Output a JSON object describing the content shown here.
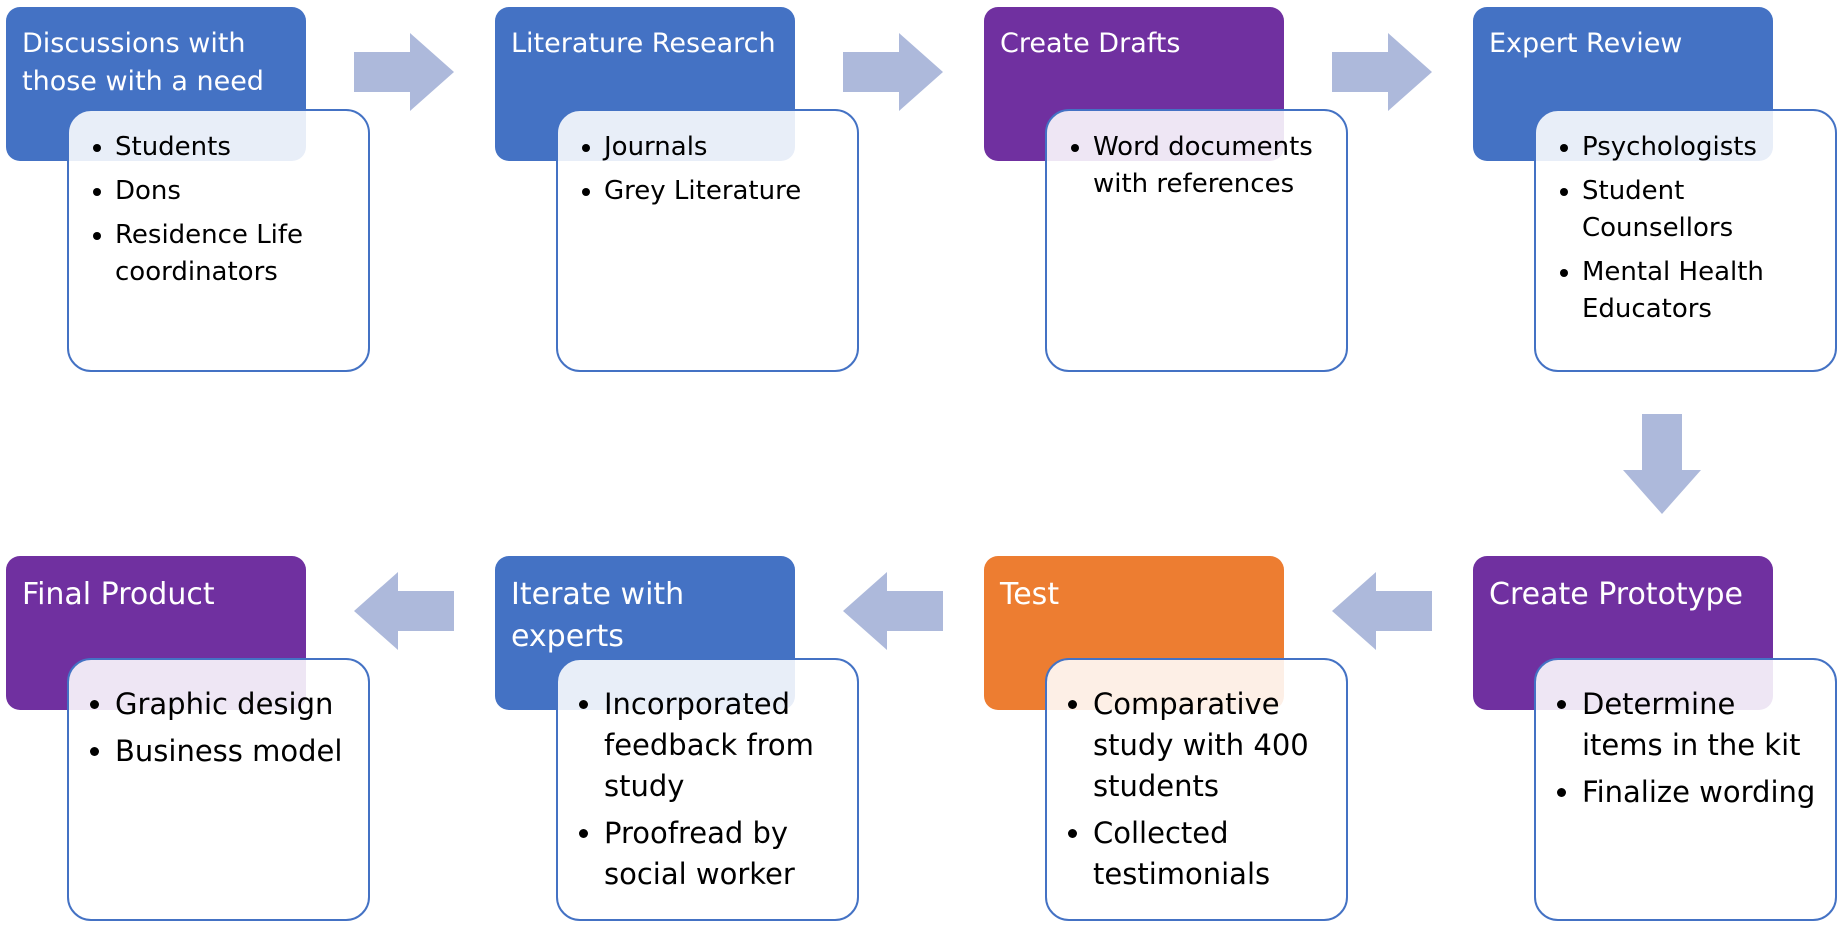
{
  "colors": {
    "blue": "#4472c4",
    "purple": "#7030a0",
    "orange": "#ed7d31",
    "arrow": "#adb9db",
    "detail_border": "#4472c4"
  },
  "steps": [
    {
      "title": "Discussions with those with a need",
      "color": "blue",
      "items": [
        "Students",
        "Dons",
        "Residence Life coordinators"
      ]
    },
    {
      "title": "Literature Research",
      "color": "blue",
      "items": [
        "Journals",
        "Grey Literature"
      ]
    },
    {
      "title": "Create Drafts",
      "color": "purple",
      "items": [
        "Word documents with references"
      ]
    },
    {
      "title": "Expert Review",
      "color": "blue",
      "items": [
        "Psychologists",
        "Student Counsellors",
        "Mental Health Educators"
      ]
    },
    {
      "title": "Create Prototype",
      "color": "purple",
      "items": [
        "Determine items in the kit",
        "Finalize wording"
      ]
    },
    {
      "title": "Test",
      "color": "orange",
      "items": [
        "Comparative study with 400 students",
        "Collected testimonials"
      ]
    },
    {
      "title": "Iterate with experts",
      "color": "blue",
      "items": [
        "Incorporated feedback from study",
        "Proofread by social worker"
      ]
    },
    {
      "title": "Final Product",
      "color": "purple",
      "items": [
        "Graphic design",
        "Business model"
      ]
    }
  ],
  "arrows": [
    {
      "from": 0,
      "to": 1,
      "direction": "right"
    },
    {
      "from": 1,
      "to": 2,
      "direction": "right"
    },
    {
      "from": 2,
      "to": 3,
      "direction": "right"
    },
    {
      "from": 3,
      "to": 4,
      "direction": "down"
    },
    {
      "from": 4,
      "to": 5,
      "direction": "left"
    },
    {
      "from": 5,
      "to": 6,
      "direction": "left"
    },
    {
      "from": 6,
      "to": 7,
      "direction": "left"
    }
  ]
}
